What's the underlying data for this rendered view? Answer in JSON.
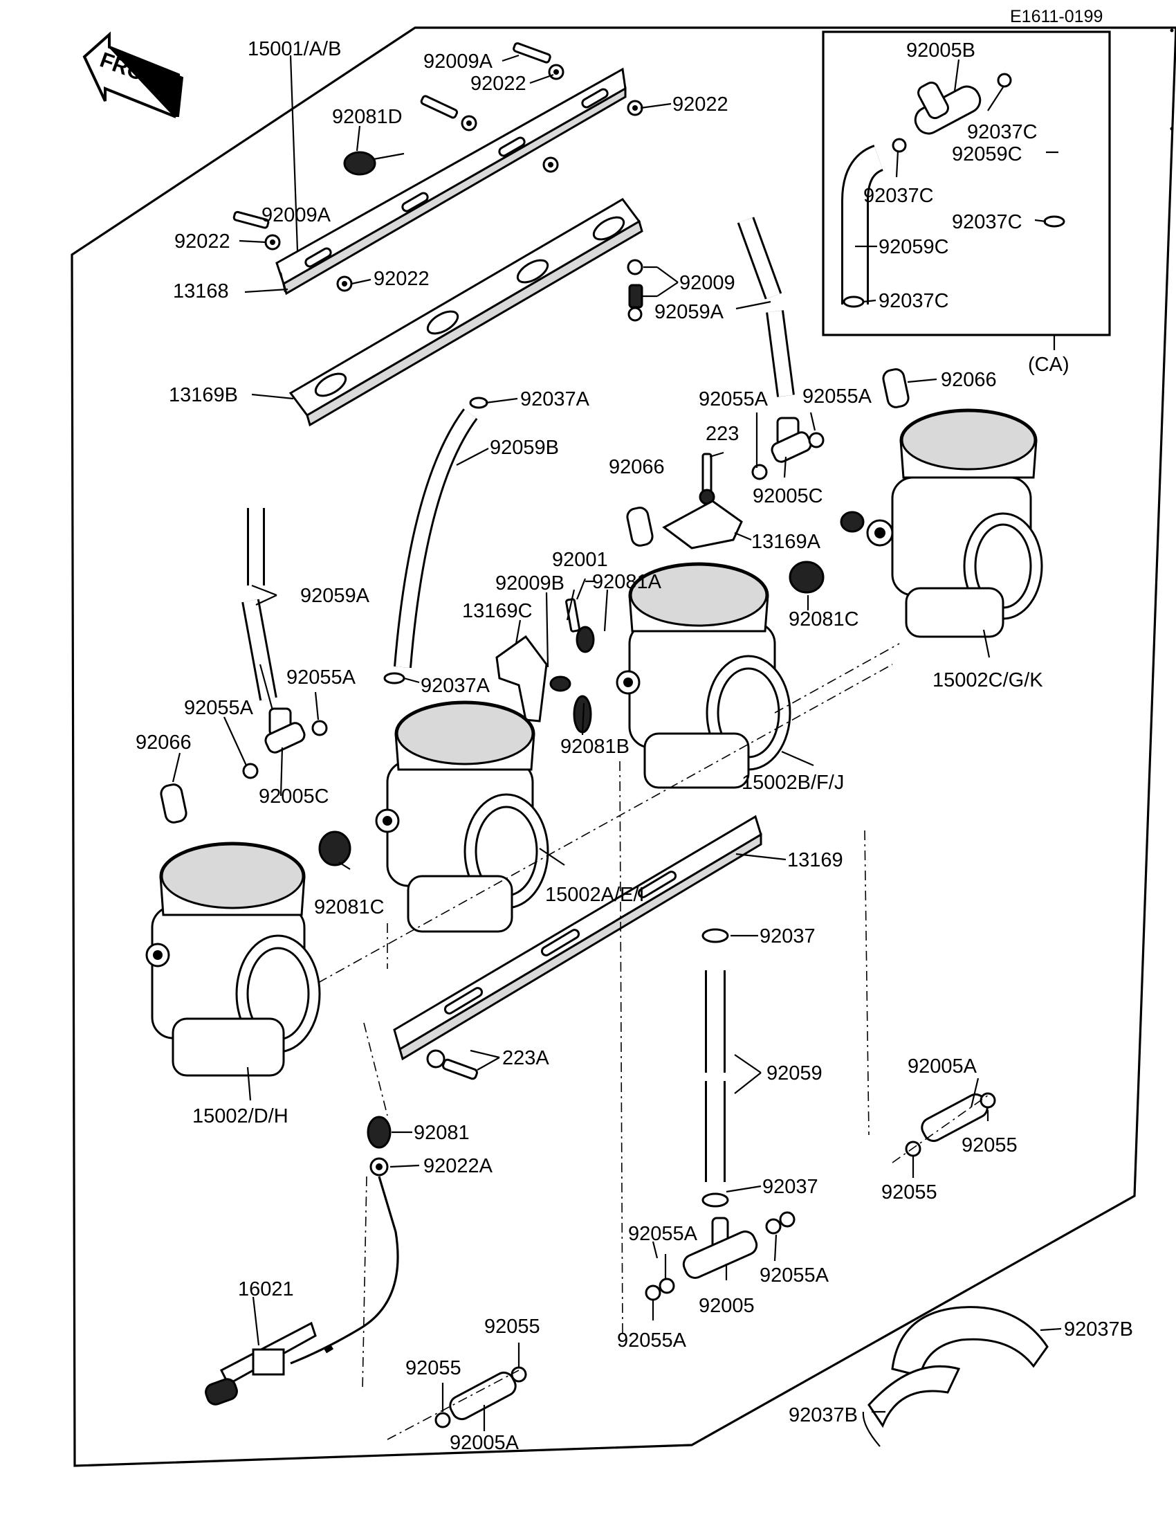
{
  "diagram_code": "E1611-0199",
  "front_label": "FRONT",
  "inset_label": "(CA)",
  "labels": {
    "l15001": "15001/A/B",
    "l92009A_top": "92009A",
    "l92022_top1": "92022",
    "l92022_top2": "92022",
    "l92081D": "92081D",
    "l92009A_mid": "92009A",
    "l92022_mid1": "92022",
    "l92022_mid2": "92022",
    "l13168": "13168",
    "l13169B": "13169B",
    "l92009": "92009",
    "l92059A_r": "92059A",
    "l92037A_top": "92037A",
    "l92059B": "92059B",
    "l92066_r": "92066",
    "l92055A_r1": "92055A",
    "l92055A_r2": "92055A",
    "l92066_m": "92066",
    "l223": "223",
    "l92005C_r": "92005C",
    "l13169A": "13169A",
    "l92001": "92001",
    "l92009B": "92009B",
    "l92081A": "92081A",
    "l13169C": "13169C",
    "l92081C_r": "92081C",
    "l15002CGK": "15002C/G/K",
    "l92059A_l": "92059A",
    "l92055A_l1": "92055A",
    "l92055A_l2": "92055A",
    "l92037A_mid": "92037A",
    "l92066_l": "92066",
    "l92081B": "92081B",
    "l92005C_l": "92005C",
    "l15002BFJ": "15002B/F/J",
    "l13169": "13169",
    "l15002AEI": "15002A/E/I",
    "l92081C_l": "92081C",
    "l92037_m1": "92037",
    "l223A": "223A",
    "l92059": "92059",
    "l92005A_r": "92005A",
    "l15002DH": "15002/D/H",
    "l92081": "92081",
    "l92022A": "92022A",
    "l92055_r1": "92055",
    "l92055_r2": "92055",
    "l92037_m2": "92037",
    "l92055A_b1": "92055A",
    "l92055A_b2": "92055A",
    "l92055A_b3": "92055A",
    "l92005": "92005",
    "l16021": "16021",
    "l92055_b1": "92055",
    "l92055_b2": "92055",
    "l92005A_b": "92005A",
    "l92037B_r": "92037B",
    "l92037B_l": "92037B",
    "l92005B": "92005B",
    "l92037C_1": "92037C",
    "l92059C_1": "92059C",
    "l92037C_2": "92037C",
    "l92037C_3": "92037C",
    "l92059C_2": "92059C",
    "l92037C_4": "92037C"
  }
}
